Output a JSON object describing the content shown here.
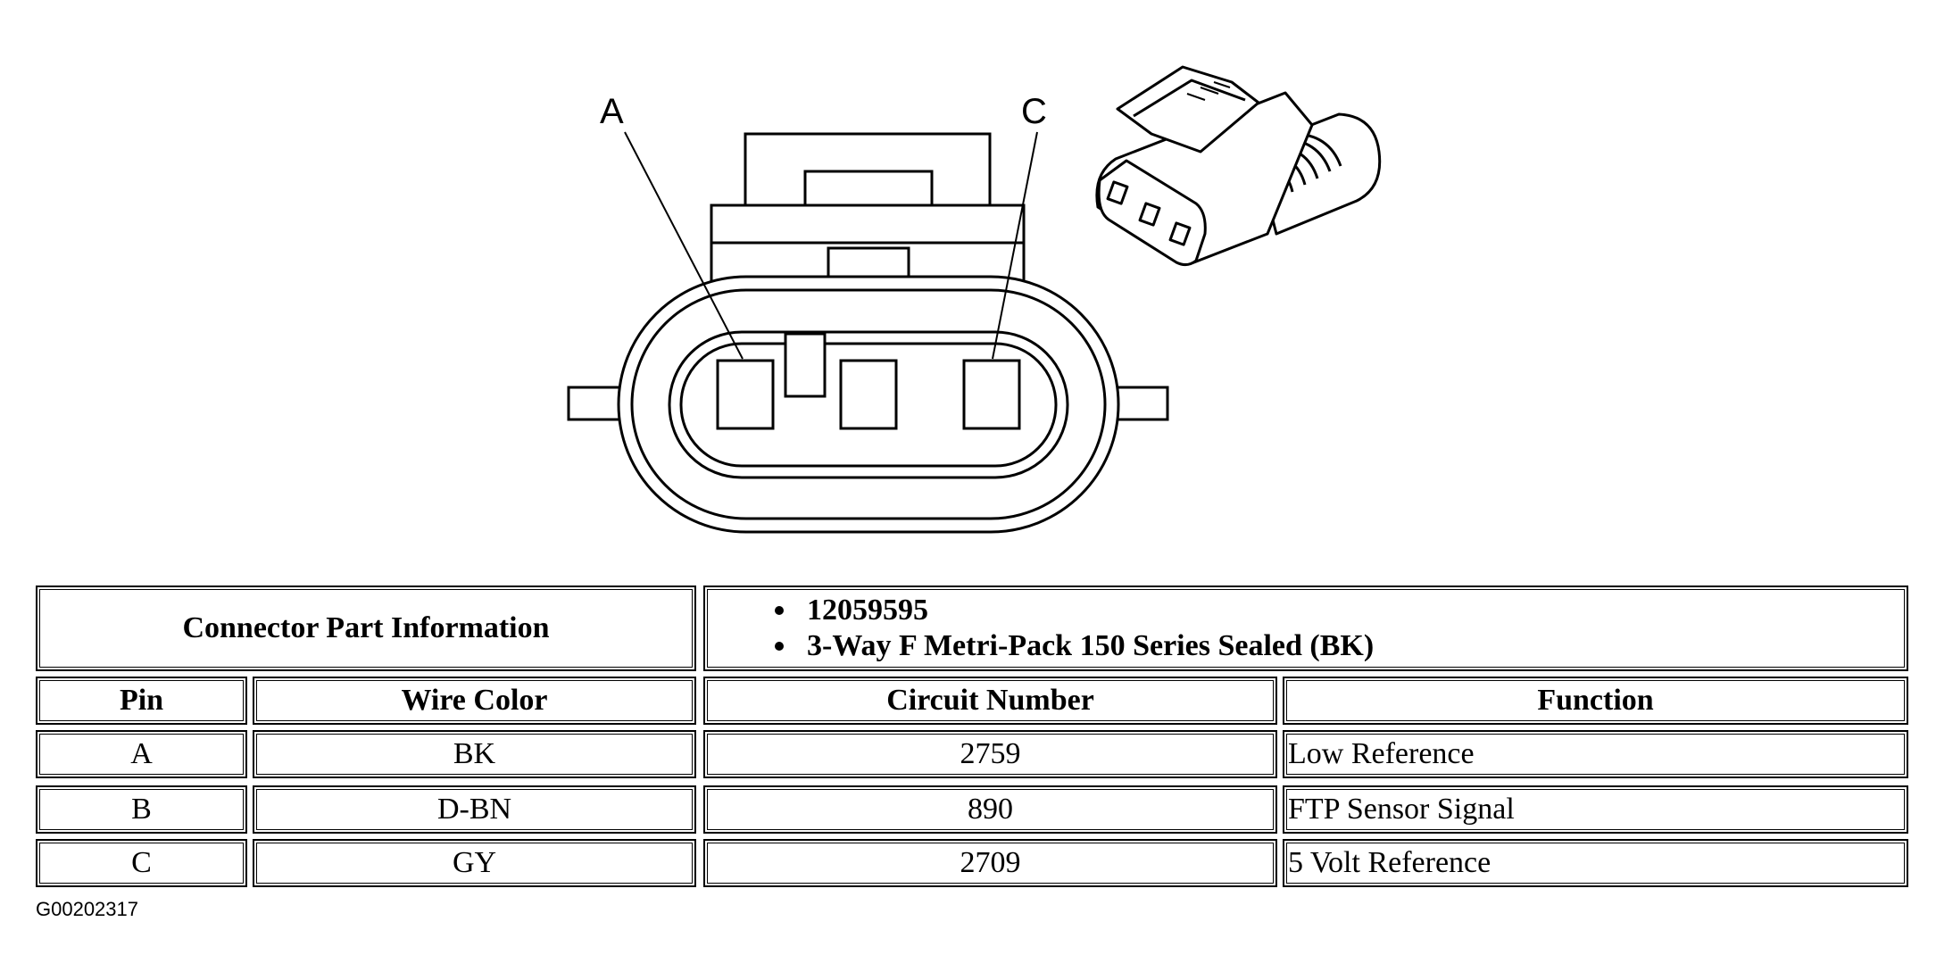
{
  "diagram": {
    "pin_labels": [
      "A",
      "C"
    ]
  },
  "table": {
    "part_info_label": "Connector Part Information",
    "part_info_items": [
      "12059595",
      "3-Way F Metri-Pack 150 Series Sealed (BK)"
    ],
    "headers": [
      "Pin",
      "Wire Color",
      "Circuit Number",
      "Function"
    ],
    "rows": [
      {
        "pin": "A",
        "wire_color": "BK",
        "circuit": "2759",
        "function": "Low Reference"
      },
      {
        "pin": "B",
        "wire_color": "D-BN",
        "circuit": "890",
        "function": "FTP Sensor Signal"
      },
      {
        "pin": "C",
        "wire_color": "GY",
        "circuit": "2709",
        "function": "5 Volt Reference"
      }
    ]
  },
  "figure_id": "G00202317"
}
